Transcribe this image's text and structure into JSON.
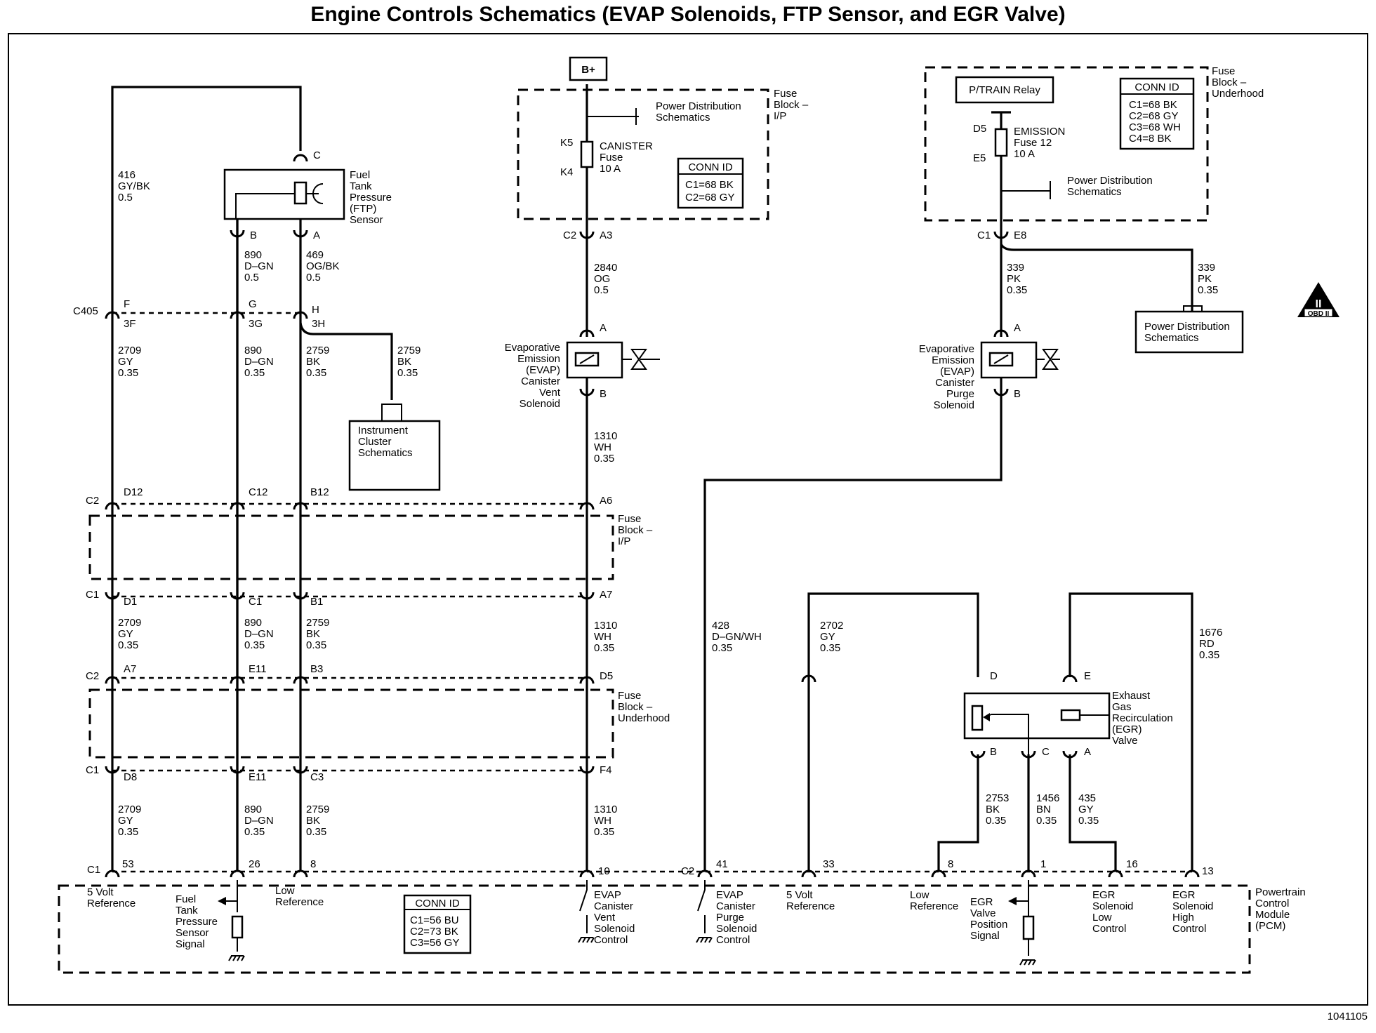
{
  "title": "Engine Controls Schematics (EVAP Solenoids, FTP Sensor, and EGR Valve)",
  "figure_id": "1041105",
  "bplus": "B+",
  "obd": {
    "numeral": "II",
    "label": "OBD II"
  },
  "fuse_block_ip": {
    "label": [
      "Fuse",
      "Block –",
      "I/P"
    ],
    "pds": [
      "Power Distribution",
      "Schematics"
    ],
    "fuse_pins": [
      "K5",
      "K4"
    ],
    "fuse_name": [
      "CANISTER",
      "Fuse",
      "10 A"
    ],
    "conn_id": {
      "title": "CONN ID",
      "rows": [
        "C1=68 BK",
        "C2=68 GY"
      ]
    }
  },
  "fuse_block_uh": {
    "label": [
      "Fuse",
      "Block –",
      "Underhood"
    ],
    "relay": "P/TRAIN Relay",
    "fuse_pins": [
      "D5",
      "E5"
    ],
    "fuse_name": [
      "EMISSION",
      "Fuse 12",
      "10 A"
    ],
    "pds": [
      "Power Distribution",
      "Schematics"
    ],
    "conn_id": {
      "title": "CONN ID",
      "rows": [
        "C1=68 BK",
        "C2=68 GY",
        "C3=68 WH",
        "C4=8 BK"
      ]
    }
  },
  "ftp_sensor": {
    "label": [
      "Fuel",
      "Tank",
      "Pressure",
      "(FTP)",
      "Sensor"
    ],
    "pins": [
      "C",
      "B",
      "A"
    ]
  },
  "vent_solenoid": {
    "label": [
      "Evaporative",
      "Emission",
      "(EVAP)",
      "Canister",
      "Vent",
      "Solenoid"
    ],
    "pins": [
      "A",
      "B"
    ]
  },
  "purge_solenoid": {
    "label": [
      "Evaporative",
      "Emission",
      "(EVAP)",
      "Canister",
      "Purge",
      "Solenoid"
    ],
    "pins": [
      "A",
      "B"
    ]
  },
  "egr_valve": {
    "label": [
      "Exhaust",
      "Gas",
      "Recirculation",
      "(EGR)",
      "Valve"
    ],
    "pins": [
      "D",
      "E",
      "B",
      "C",
      "A"
    ]
  },
  "pds_box_right": [
    "Power Distribution",
    "Schematics"
  ],
  "instrument_cluster": [
    "Instrument",
    "Cluster",
    "Schematics"
  ],
  "ip_block_side": [
    "Fuse",
    "Block –",
    "I/P"
  ],
  "uh_block_side": [
    "Fuse",
    "Block –",
    "Underhood"
  ],
  "connectors": {
    "c2_a3": [
      "C2",
      "A3"
    ],
    "c1_e8": [
      "C1",
      "E8"
    ],
    "c405": {
      "name": "C405",
      "pins": [
        "F",
        "G",
        "H"
      ],
      "sub": [
        "3F",
        "3G",
        "3H"
      ]
    },
    "row_c2_top": {
      "name": "C2",
      "pins": [
        "D12",
        "C12",
        "B12",
        "A6"
      ]
    },
    "row_c1_mid": {
      "name": "C1",
      "pins": [
        "D1",
        "C1",
        "B1",
        "A7"
      ]
    },
    "row_c2_low": {
      "name": "C2",
      "pins": [
        "A7",
        "E11",
        "B3",
        "D5"
      ]
    },
    "row_c1_low": {
      "name": "C1",
      "pins": [
        "D8",
        "E11",
        "C3",
        "F4"
      ]
    }
  },
  "wires": {
    "w416": [
      "416",
      "GY/BK",
      "0.5"
    ],
    "w890a": [
      "890",
      "D–GN",
      "0.5"
    ],
    "w469": [
      "469",
      "OG/BK",
      "0.5"
    ],
    "w2840": [
      "2840",
      "OG",
      "0.5"
    ],
    "w339a": [
      "339",
      "PK",
      "0.35"
    ],
    "w339b": [
      "339",
      "PK",
      "0.35"
    ],
    "w2709a": [
      "2709",
      "GY",
      "0.35"
    ],
    "w890b": [
      "890",
      "D–GN",
      "0.35"
    ],
    "w2759a": [
      "2759",
      "BK",
      "0.35"
    ],
    "w2759b": [
      "2759",
      "BK",
      "0.35"
    ],
    "w1310a": [
      "1310",
      "WH",
      "0.35"
    ],
    "w2709b": [
      "2709",
      "GY",
      "0.35"
    ],
    "w890c": [
      "890",
      "D–GN",
      "0.35"
    ],
    "w2759c": [
      "2759",
      "BK",
      "0.35"
    ],
    "w1310b": [
      "1310",
      "WH",
      "0.35"
    ],
    "w2709c": [
      "2709",
      "GY",
      "0.35"
    ],
    "w890d": [
      "890",
      "D–GN",
      "0.35"
    ],
    "w2759d": [
      "2759",
      "BK",
      "0.35"
    ],
    "w1310c": [
      "1310",
      "WH",
      "0.35"
    ],
    "w428": [
      "428",
      "D–GN/WH",
      "0.35"
    ],
    "w2702": [
      "2702",
      "GY",
      "0.35"
    ],
    "w1676": [
      "1676",
      "RD",
      "0.35"
    ],
    "w2753": [
      "2753",
      "BK",
      "0.35"
    ],
    "w1456": [
      "1456",
      "BN",
      "0.35"
    ],
    "w435": [
      "435",
      "GY",
      "0.35"
    ]
  },
  "pcm": {
    "label": [
      "Powertrain",
      "Control",
      "Module",
      "(PCM)"
    ],
    "conn_id": {
      "title": "CONN ID",
      "rows": [
        "C1=56 BU",
        "C2=73 BK",
        "C3=56 GY"
      ]
    },
    "c1": "C1",
    "c2": "C2",
    "pins": [
      "53",
      "26",
      "8",
      "10",
      "41",
      "33",
      "8",
      "1",
      "16",
      "13"
    ],
    "functions": {
      "ref5a": [
        "5 Volt",
        "Reference"
      ],
      "ftp_sig": [
        "Fuel",
        "Tank",
        "Pressure",
        "Sensor",
        "Signal"
      ],
      "lowref_a": [
        "Low",
        "Reference"
      ],
      "vent_ctl": [
        "EVAP",
        "Canister",
        "Vent",
        "Solenoid",
        "Control"
      ],
      "purge_ctl": [
        "EVAP",
        "Canister",
        "Purge",
        "Solenoid",
        "Control"
      ],
      "ref5b": [
        "5 Volt",
        "Reference"
      ],
      "lowref_b": [
        "Low",
        "Reference"
      ],
      "egr_pos": [
        "EGR",
        "Valve",
        "Position",
        "Signal"
      ],
      "egr_low": [
        "EGR",
        "Solenoid",
        "Low",
        "Control"
      ],
      "egr_high": [
        "EGR",
        "Solenoid",
        "High",
        "Control"
      ]
    }
  }
}
